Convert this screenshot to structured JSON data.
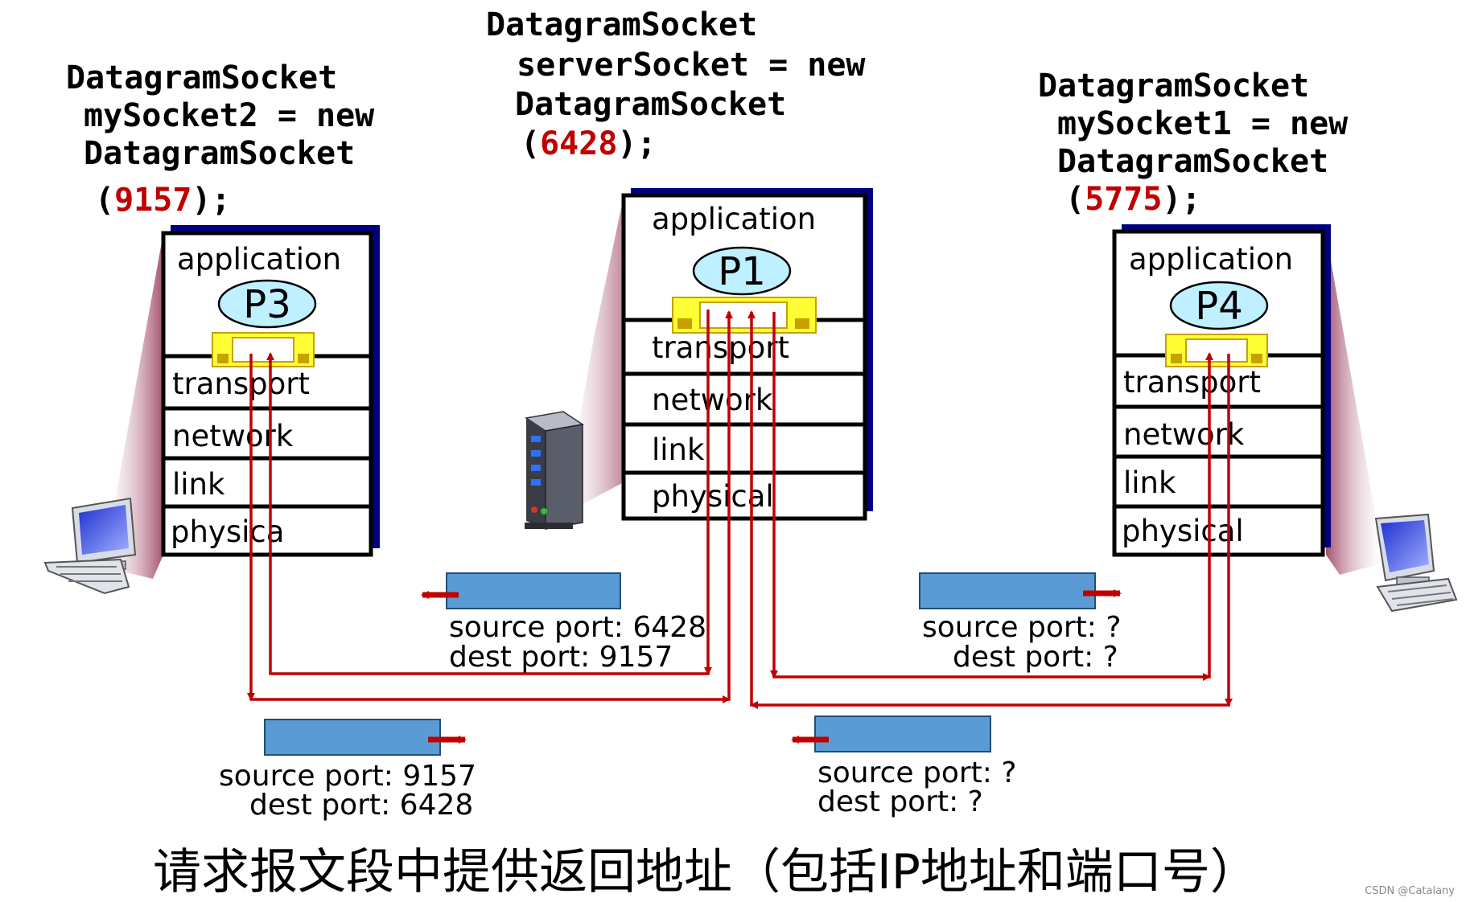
{
  "left_host": {
    "code_line1": "DatagramSocket",
    "code_line2": "mySocket2 = new",
    "code_line3": "DatagramSocket",
    "code_open": "(",
    "port": "9157",
    "code_close": ");",
    "process": "P3",
    "layers": [
      "application",
      "transport",
      "network",
      "link",
      "physica"
    ]
  },
  "server": {
    "code_line1": "DatagramSocket",
    "code_line2": "serverSocket = new",
    "code_line3": "DatagramSocket",
    "code_open": "(",
    "port": "6428",
    "code_close": ");",
    "process": "P1",
    "layers": [
      "application",
      "transport",
      "network",
      "link",
      "physical"
    ]
  },
  "right_host": {
    "code_line1": "DatagramSocket",
    "code_line2": "mySocket1 = new",
    "code_line3": "DatagramSocket",
    "code_open": "(",
    "port": "5775",
    "code_close": ");",
    "process": "P4",
    "layers": [
      "application",
      "transport",
      "network",
      "link",
      "physical"
    ]
  },
  "segments": [
    {
      "id": "server-to-left",
      "source": "source port: 6428",
      "dest": "dest port: 9157",
      "direction": "left"
    },
    {
      "id": "left-to-server",
      "source": "source port: 9157",
      "dest": "dest port: 6428",
      "direction": "right"
    },
    {
      "id": "server-to-right",
      "source": "source port: ?",
      "dest": "dest port: ?",
      "direction": "right"
    },
    {
      "id": "right-to-server",
      "source": "source port: ?",
      "dest": "dest port: ?",
      "direction": "left"
    }
  ],
  "caption": "请求报文段中提供返回地址（包括IP地址和端口号）",
  "watermark": "CSDN @Catalany",
  "colors": {
    "stack_shadow": "#000080",
    "socket_fill": "#ffff33",
    "socket_port": "#c8a000",
    "process_fill": "#bff0ff",
    "packet_fill": "#5b9bd5",
    "arrow": "#c00000",
    "cone": "#a05070"
  }
}
